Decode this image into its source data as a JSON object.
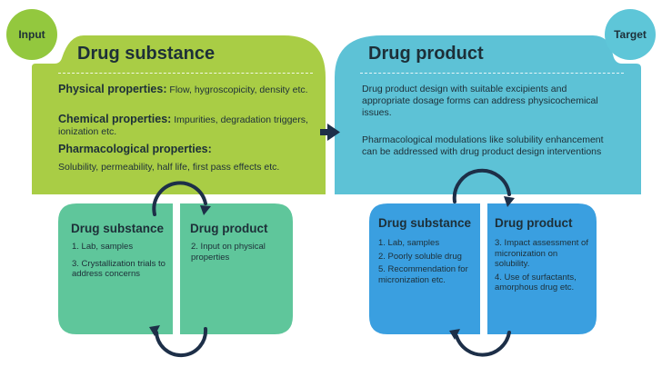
{
  "colors": {
    "green_badge": "#93c83e",
    "green_panel": "#a9cd45",
    "blue_badge": "#5ec6d8",
    "blue_panel": "#5dc2d6",
    "teal_box": "#5fc69b",
    "blue_box": "#3a9fe0",
    "navy": "#1d2f48"
  },
  "left": {
    "badge": "Input",
    "title": "Drug substance",
    "items": [
      {
        "label": "Physical properties:",
        "text": " Flow, hygroscopicity, density etc."
      },
      {
        "label": "Chemical properties:",
        "text": " Impurities, degradation triggers, ionization etc."
      },
      {
        "label": "Pharmacological properties:",
        "text": ""
      }
    ],
    "pharm_text": "Solubility, permeability, half life, first pass effects etc."
  },
  "right": {
    "badge": "Target",
    "title": "Drug product",
    "para1": "Drug product design with suitable excipients and appropriate dosage forms can address physicochemical issues.",
    "para2": "Pharmacological modulations like solubility enhancement can be addressed with drug product design interventions"
  },
  "cycle_left": {
    "ds_title": "Drug substance",
    "ds_items": [
      "1. Lab, samples",
      "3. Crystallization trials to address concerns"
    ],
    "dp_title": "Drug product",
    "dp_items": [
      "2. Input on physical properties"
    ]
  },
  "cycle_right": {
    "ds_title": "Drug substance",
    "ds_items": [
      "1. Lab, samples",
      "2. Poorly soluble drug",
      "5. Recommendation for micronization etc."
    ],
    "dp_title": "Drug product",
    "dp_items": [
      "3. Impact assessment of micronization on solubility.",
      "4. Use of surfactants, amorphous drug etc."
    ]
  }
}
